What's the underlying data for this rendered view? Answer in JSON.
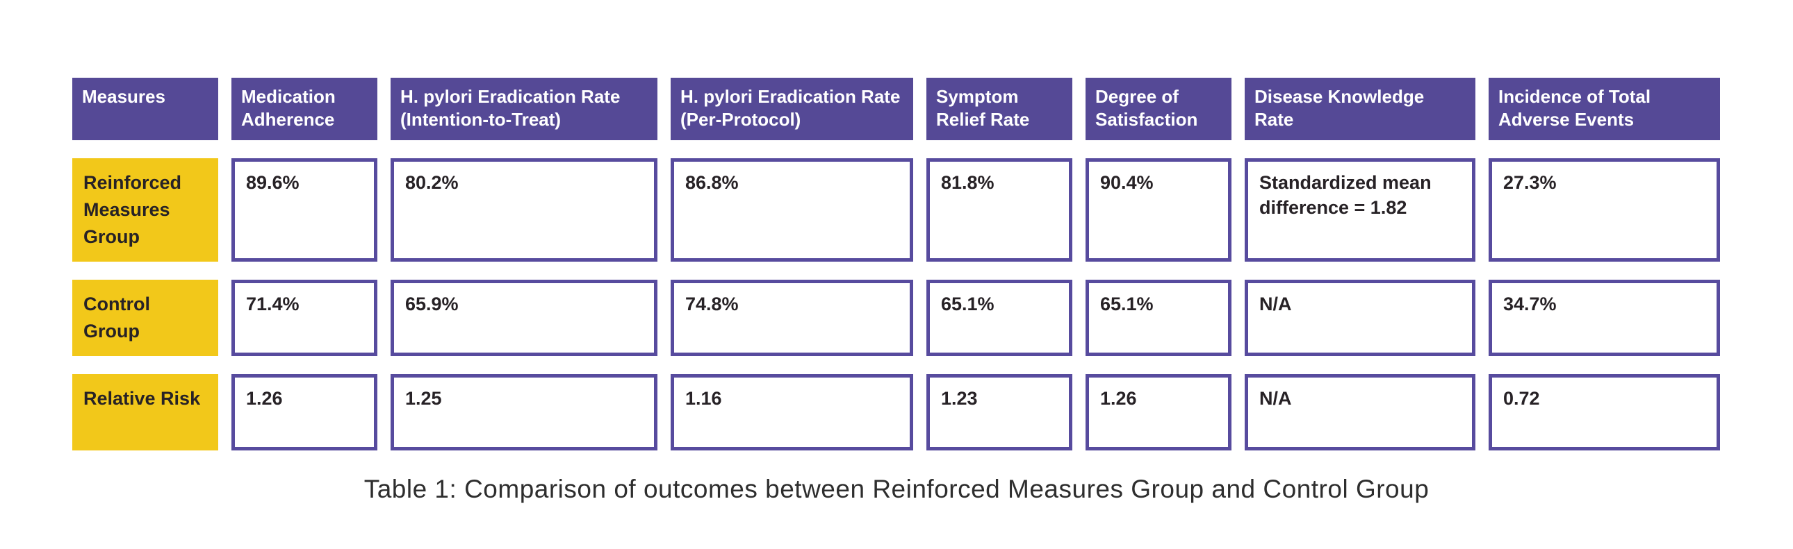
{
  "colors": {
    "header_bg": "#554996",
    "row_label_bg": "#f2c81a",
    "cell_border": "#574b9e",
    "header_text": "#ffffff",
    "cell_text": "#272226",
    "caption_text": "#2e2e2e",
    "page_bg": "#ffffff"
  },
  "chart_data": {
    "type": "table",
    "title": "Table 1: Comparison of outcomes between Reinforced Measures Group and Control Group",
    "columns": [
      "Measures",
      "Medication Adherence",
      "H. pylori Eradication Rate (Intention-to-Treat)",
      "H. pylori Eradication Rate (Per-Protocol)",
      "Symptom Relief Rate",
      "Degree of Satisfaction",
      "Disease Knowledge Rate",
      "Incidence of Total Adverse Events"
    ],
    "rows": [
      [
        "Reinforced Measures Group",
        "89.6%",
        "80.2%",
        "86.8%",
        "81.8%",
        "90.4%",
        "Standardized mean difference = 1.82",
        "27.3%"
      ],
      [
        "Control Group",
        "71.4%",
        "65.9%",
        "74.8%",
        "65.1%",
        "65.1%",
        "N/A",
        "34.7%"
      ],
      [
        "Relative Risk",
        "1.26",
        "1.25",
        "1.16",
        "1.23",
        "1.26",
        "N/A",
        "0.72"
      ]
    ],
    "layout": {
      "legend": "none",
      "grid": "off",
      "caption_position": "bottom-center"
    }
  }
}
